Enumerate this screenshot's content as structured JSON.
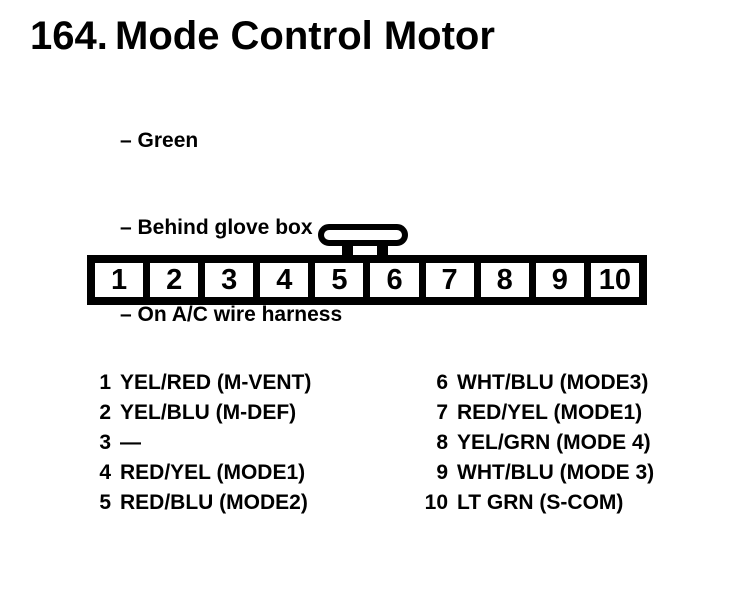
{
  "header": {
    "number": "164.",
    "title": "Mode Control Motor",
    "notes": [
      "– Green",
      "– Behind glove box",
      "– On A/C wire harness"
    ]
  },
  "connector": {
    "pins": [
      "1",
      "2",
      "3",
      "4",
      "5",
      "6",
      "7",
      "8",
      "9",
      "10"
    ]
  },
  "pinout": {
    "left": [
      {
        "pin": "1",
        "label": "YEL/RED (M-VENT)"
      },
      {
        "pin": "2",
        "label": "YEL/BLU (M-DEF)"
      },
      {
        "pin": "3",
        "label": "—"
      },
      {
        "pin": "4",
        "label": "RED/YEL (MODE1)"
      },
      {
        "pin": "5",
        "label": "RED/BLU (MODE2)"
      }
    ],
    "right": [
      {
        "pin": "6",
        "label": "WHT/BLU (MODE3)"
      },
      {
        "pin": "7",
        "label": "RED/YEL (MODE1)"
      },
      {
        "pin": "8",
        "label": "YEL/GRN (MODE 4)"
      },
      {
        "pin": "9",
        "label": "WHT/BLU (MODE 3)"
      },
      {
        "pin": "10",
        "label": "LT GRN (S-COM)"
      }
    ]
  },
  "colors": {
    "ink": "#000000",
    "paper": "#ffffff"
  }
}
